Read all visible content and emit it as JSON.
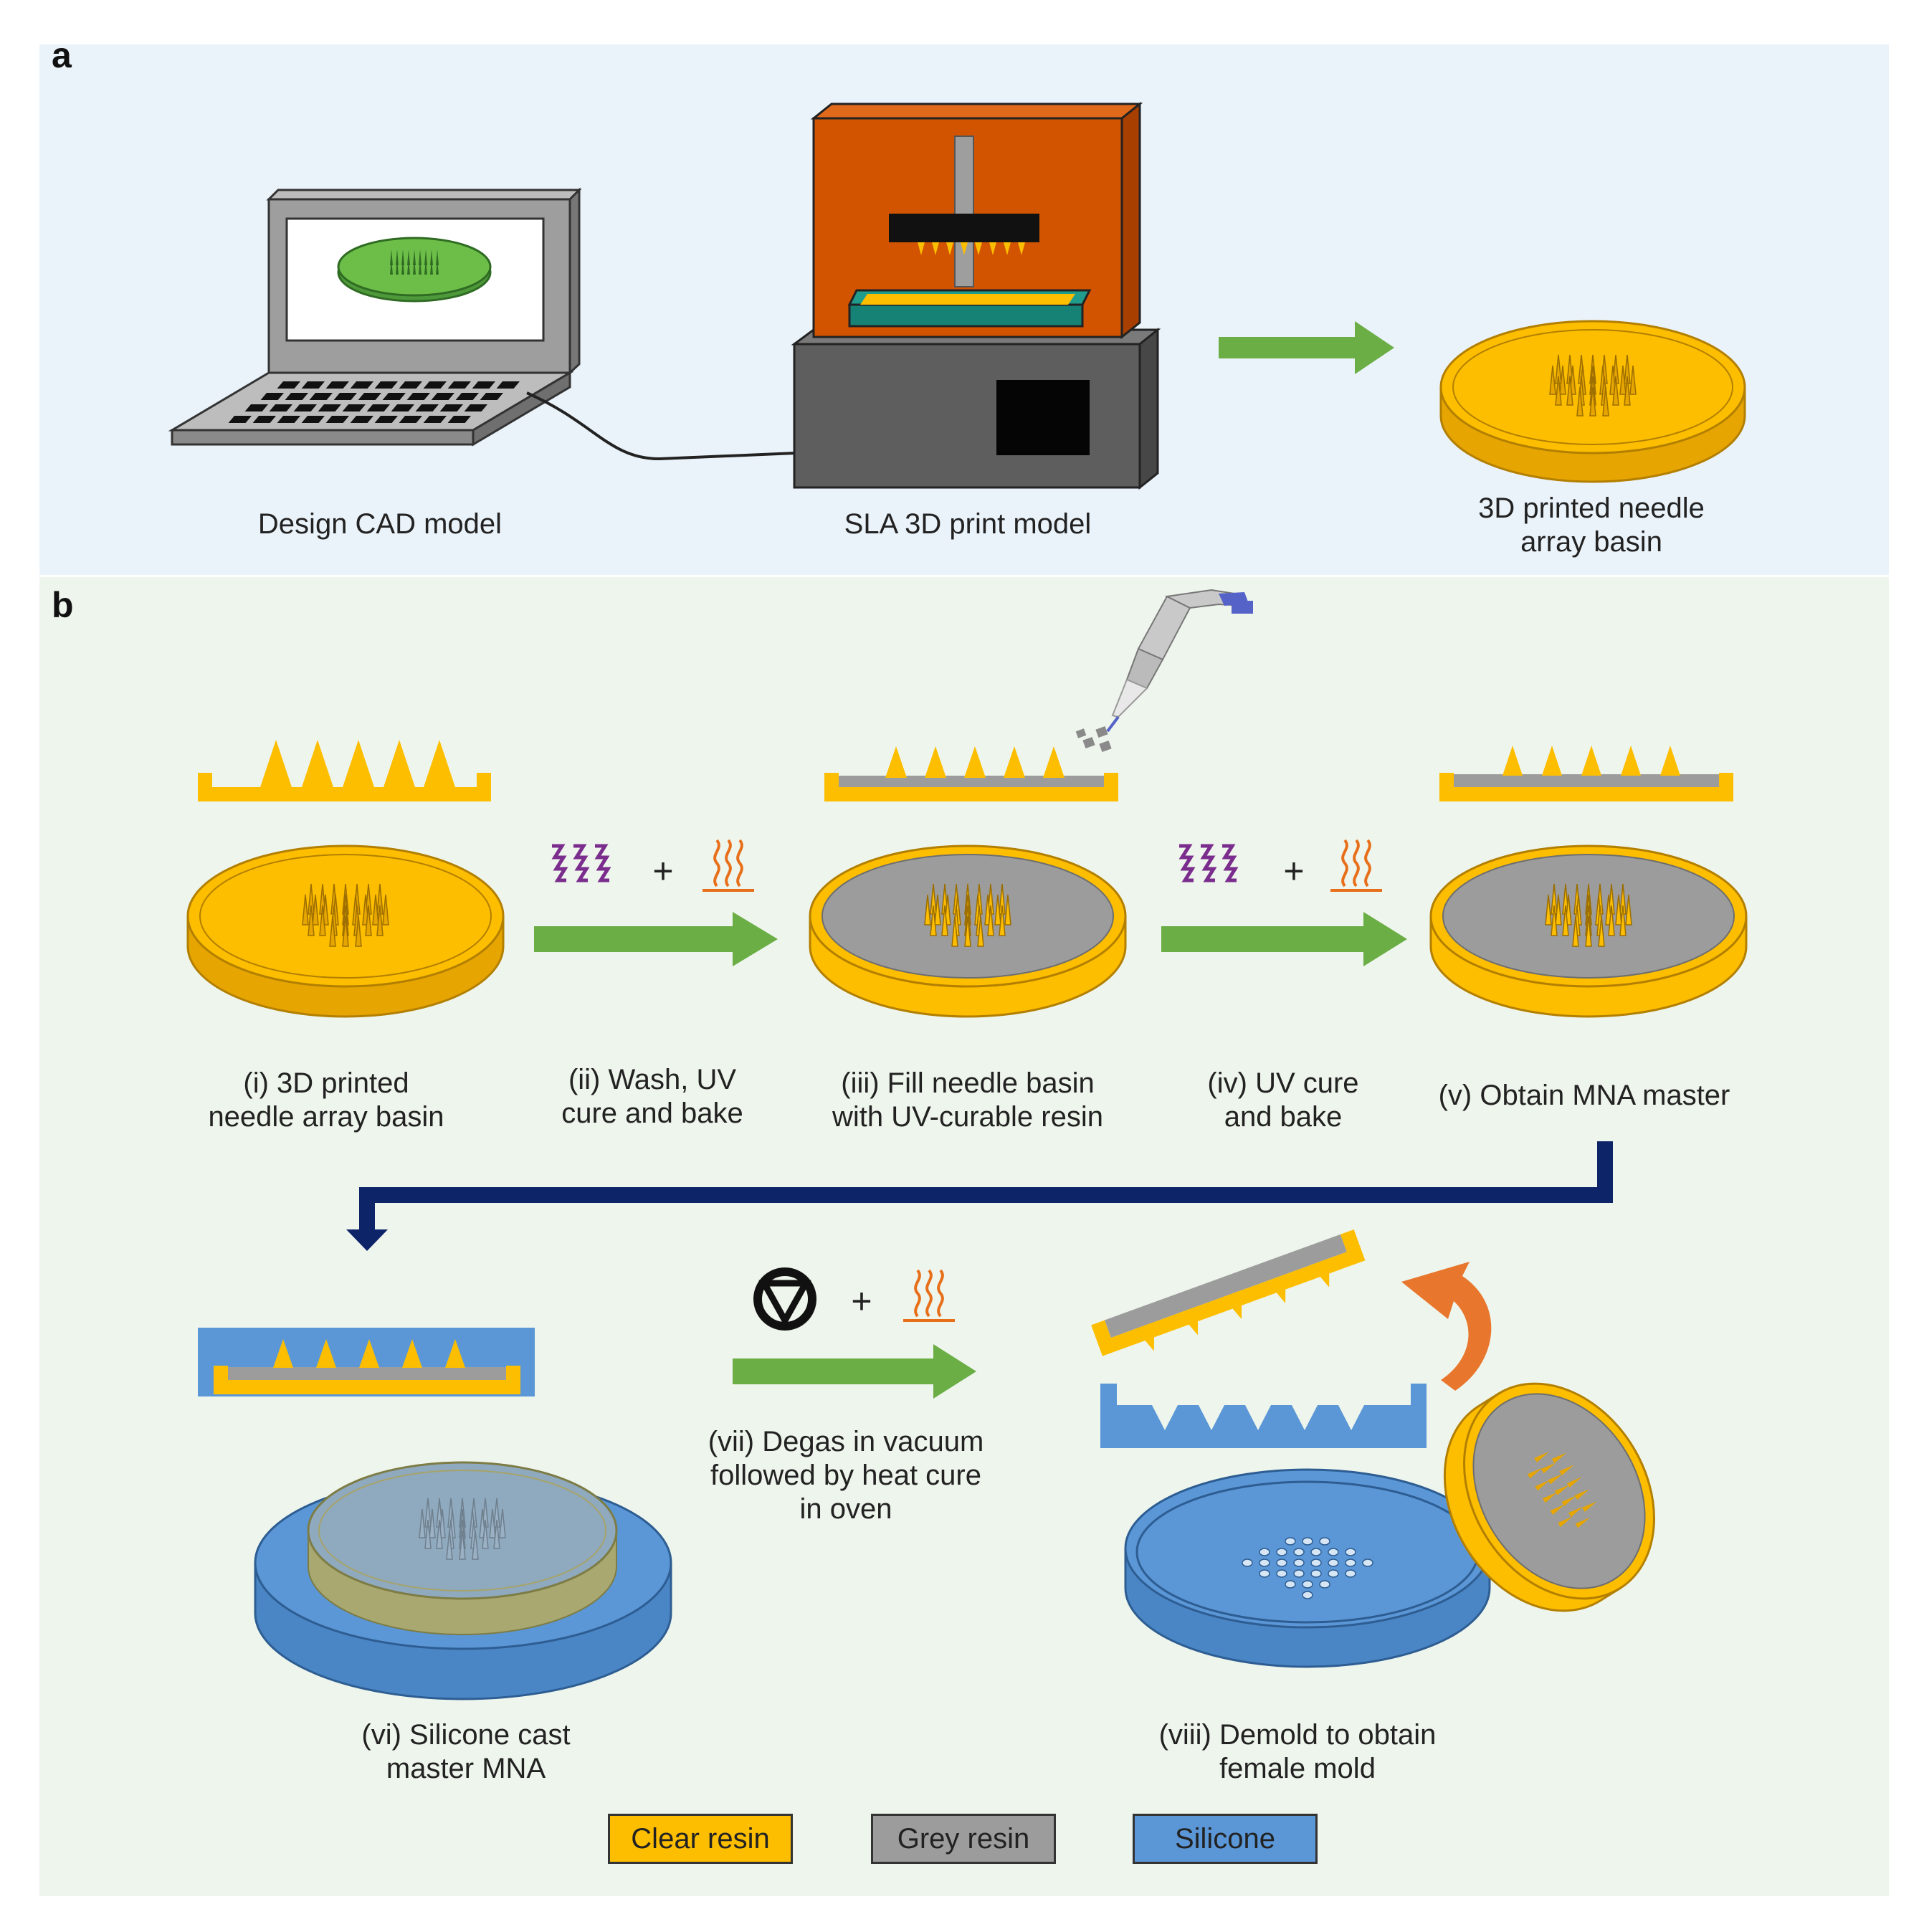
{
  "colors": {
    "clear_resin": "#FDBE00",
    "grey_resin": "#9C9C9C",
    "silicone": "#5B97D6",
    "arrow_green": "#6AAE45",
    "arrow_navy": "#0E2468",
    "panel_a_bg": "#EBF3FA",
    "panel_b_bg": "#EEF5EC",
    "printer_orange": "#D35400",
    "uv_purple": "#7B2D8E",
    "heat_orange": "#E86F1A"
  },
  "panel_a": {
    "letter": "a",
    "steps": {
      "cad": "Design CAD model",
      "print": "SLA 3D print model",
      "basin": "3D printed needle\narray basin"
    }
  },
  "panel_b": {
    "letter": "b",
    "steps": {
      "s1": "(i) 3D printed\nneedle array basin",
      "s2": "(ii) Wash, UV\ncure and bake",
      "s3": "(iii) Fill needle basin\nwith UV-curable resin",
      "s4": "(iv) UV cure\nand bake",
      "s5": "(v) Obtain MNA master",
      "s6": "(vi) Silicone cast\nmaster MNA",
      "s7": "(vii) Degas in vacuum\nfollowed by heat cure\nin oven",
      "s8": "(viii) Demold to obtain\nfemale mold"
    },
    "plus_sign": "+"
  },
  "legend": {
    "clear": "Clear resin",
    "grey": "Grey resin",
    "silicone": "Silicone"
  },
  "icons": [
    "laptop-icon",
    "sla-printer-icon",
    "pipette-icon",
    "uv-light-icon",
    "heat-icon",
    "vacuum-icon",
    "curved-arrow-icon"
  ]
}
